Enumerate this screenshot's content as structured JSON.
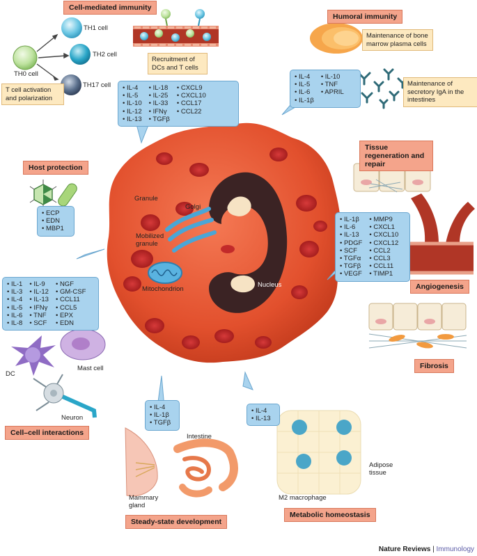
{
  "titles": {
    "cell_mediated": "Cell-mediated immunity",
    "humoral": "Humoral immunity",
    "host_protection": "Host protection",
    "tissue_regen": "Tissue regeneration and repair",
    "angiogenesis": "Angiogenesis",
    "fibrosis": "Fibrosis",
    "cell_cell": "Cell–cell interactions",
    "steady_state": "Steady-state development",
    "metabolic": "Metabolic homeostasis"
  },
  "tcells": {
    "th0": "TH0 cell",
    "th1": "TH1 cell",
    "th2": "TH2 cell",
    "th17": "TH17 cell"
  },
  "notes": {
    "tcell_activation": "T cell activation and polarization",
    "recruitment": "Recruitment of DCs and T cells",
    "bone_marrow": "Maintenance of bone marrow plasma cells",
    "iga": "Maintenance of secretory IgA in the intestines"
  },
  "cytokines": {
    "cell_mediated": [
      [
        "IL-4",
        "IL-5",
        "IL-10",
        "IL-12",
        "IL-13"
      ],
      [
        "IL-18",
        "IL-25",
        "IL-33",
        "IFNγ",
        "TGFβ"
      ],
      [
        "CXCL9",
        "CXCL10",
        "CCL17",
        "CCL22"
      ]
    ],
    "humoral": [
      [
        "IL-4",
        "IL-5",
        "IL-6",
        "IL-1β"
      ],
      [
        "IL-10",
        "TNF",
        "APRIL"
      ]
    ],
    "host": [
      [
        "ECP",
        "EDN",
        "MBP1"
      ]
    ],
    "repair": [
      [
        "IL-1β",
        "IL-6",
        "IL-13",
        "PDGF",
        "SCF",
        "TGFα",
        "TGFβ",
        "VEGF"
      ],
      [
        "MMP9",
        "CXCL1",
        "CXCL10",
        "CXCL12",
        "CCL2",
        "CCL3",
        "CCL11",
        "TIMP1"
      ]
    ],
    "cellcell": [
      [
        "IL-1",
        "IL-3",
        "IL-4",
        "IL-5",
        "IL-6",
        "IL-8"
      ],
      [
        "IL-9",
        "IL-12",
        "IL-13",
        "IFNγ",
        "TNF",
        "SCF"
      ],
      [
        "NGF",
        "GM-CSF",
        "CCL11",
        "CCL5",
        "EPX",
        "EDN"
      ]
    ],
    "steady": [
      [
        "IL-4",
        "IL-1β",
        "TGFβ"
      ]
    ],
    "metabolic": [
      [
        "IL-4",
        "IL-13"
      ]
    ]
  },
  "cell_labels": {
    "granule": "Granule",
    "golgi": "Golgi",
    "mobilized": "Mobilized granule",
    "mitochondrion": "Mitochondrion",
    "nucleus": "Nucleus"
  },
  "other_labels": {
    "dc": "DC",
    "mast": "Mast cell",
    "neuron": "Neuron",
    "intestine": "Intestine",
    "mammary": "Mammary gland",
    "adipose": "Adipose tissue",
    "m2": "M2 macrophage"
  },
  "footer": {
    "journal": "Nature Reviews",
    "section": "Immunology"
  }
}
